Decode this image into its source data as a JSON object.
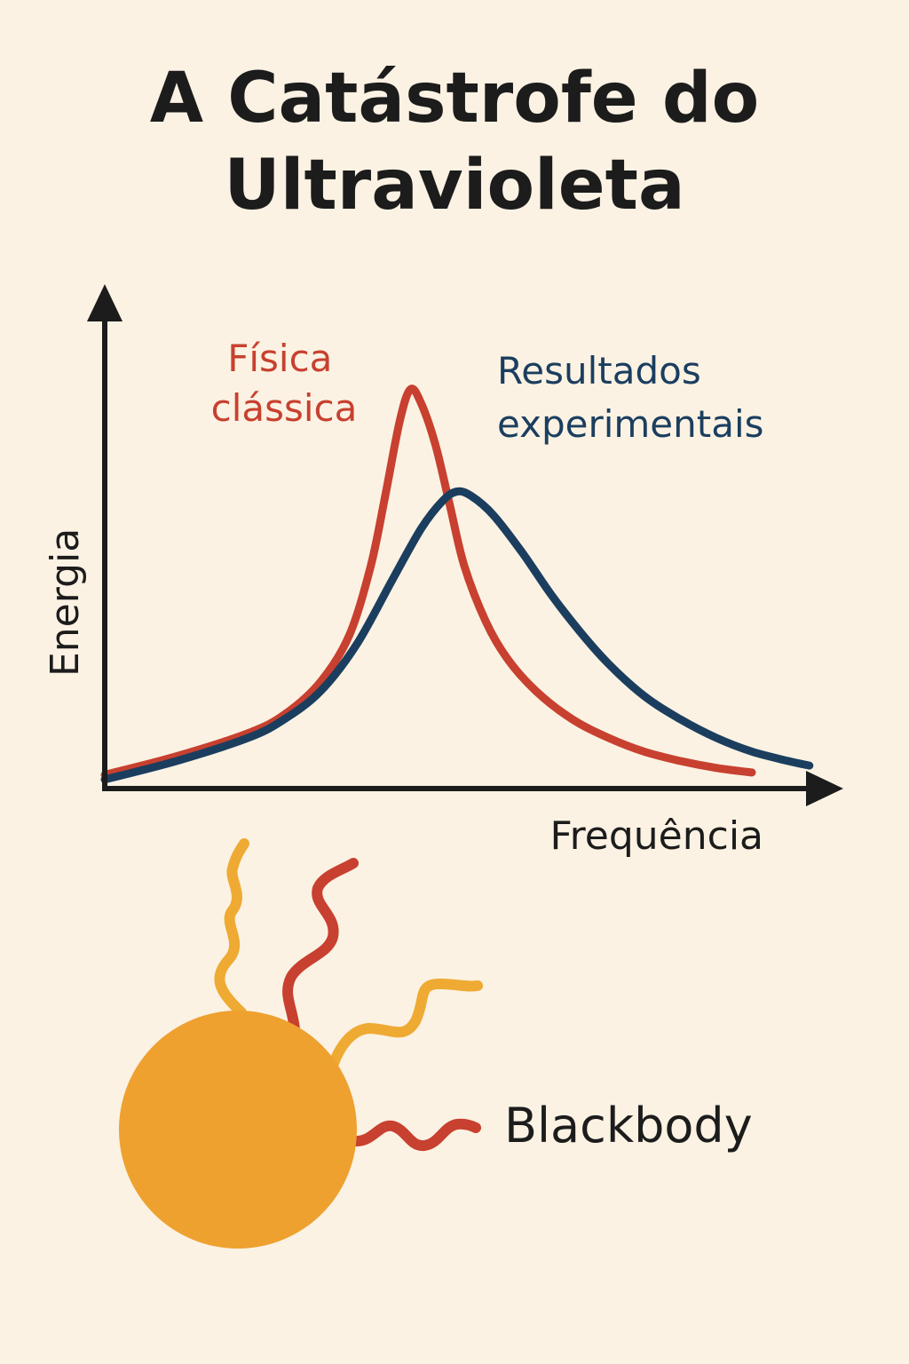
{
  "title_lines": [
    "A Catástrofe do",
    "Ultravioleta"
  ],
  "colors": {
    "background": "#fbf2e3",
    "classical": "#c8402f",
    "experimental": "#1b3e5f",
    "axis": "#1c1c1c",
    "sun": "#eea12f",
    "wave_orange": "#eeaa33",
    "wave_red": "#c8402f"
  },
  "chart_data": {
    "type": "line",
    "xlabel": "Frequência",
    "ylabel": "Energia",
    "xlim": [
      0,
      10
    ],
    "ylim": [
      0,
      1
    ],
    "grid": false,
    "axis_ticks": false,
    "series": [
      {
        "name": "Física clássica",
        "label_lines": [
          "Física",
          "clássica"
        ],
        "color": "#c8402f",
        "x": [
          0,
          1,
          2,
          2.5,
          3,
          3.4,
          3.7,
          3.9,
          4.1,
          4.25,
          4.4,
          4.6,
          4.8,
          5.0,
          5.3,
          5.6,
          6.0,
          6.5,
          7.0,
          7.5,
          8.0,
          8.5,
          9.0
        ],
        "y": [
          0.02,
          0.06,
          0.11,
          0.15,
          0.22,
          0.32,
          0.47,
          0.62,
          0.78,
          0.85,
          0.82,
          0.73,
          0.6,
          0.47,
          0.35,
          0.27,
          0.2,
          0.14,
          0.1,
          0.07,
          0.05,
          0.035,
          0.025
        ]
      },
      {
        "name": "Resultados experimentais",
        "label_lines": [
          "Resultados",
          "experimentais"
        ],
        "color": "#1b3e5f",
        "x": [
          0,
          1,
          2,
          2.5,
          3,
          3.5,
          4.0,
          4.4,
          4.7,
          4.9,
          5.1,
          5.4,
          5.8,
          6.2,
          6.6,
          7.0,
          7.5,
          8.0,
          8.5,
          9.0,
          9.5,
          9.8
        ],
        "y": [
          0.01,
          0.05,
          0.1,
          0.14,
          0.2,
          0.3,
          0.44,
          0.55,
          0.61,
          0.63,
          0.62,
          0.58,
          0.5,
          0.41,
          0.33,
          0.26,
          0.19,
          0.14,
          0.1,
          0.07,
          0.05,
          0.04
        ]
      }
    ]
  },
  "illustration": {
    "label": "Blackbody",
    "waves": [
      {
        "color": "#eeaa33"
      },
      {
        "color": "#c8402f"
      },
      {
        "color": "#eeaa33"
      },
      {
        "color": "#c8402f"
      }
    ]
  }
}
